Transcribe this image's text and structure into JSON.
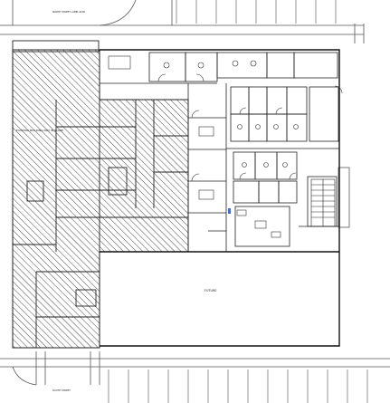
{
  "labels": {
    "street_top": "NORTH STREET LABEL ROW",
    "street_bottom": "SOUTH STREET",
    "existing_area": "EXISTING BUILDING NOT IN SCOPE",
    "future": "FUTURE"
  },
  "colors": {
    "line": "#222222",
    "hatch": "#333333",
    "paper": "#ffffff",
    "accent_blue": "#3a6fd8"
  }
}
